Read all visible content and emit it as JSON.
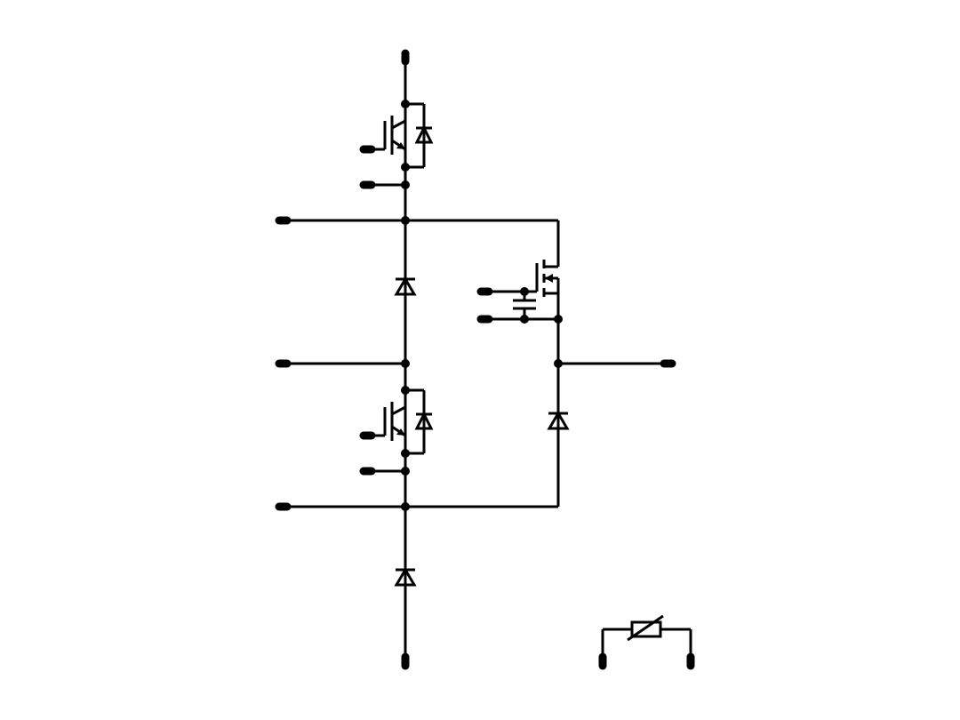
{
  "diagram": {
    "type": "circuit-schematic",
    "background": "#ffffff",
    "line_color": "#000000",
    "components": [
      {
        "kind": "igbt-with-antiparallel-diode",
        "id": "T1"
      },
      {
        "kind": "diode",
        "id": "D1"
      },
      {
        "kind": "igbt-with-antiparallel-diode",
        "id": "T2"
      },
      {
        "kind": "diode",
        "id": "D2"
      },
      {
        "kind": "mosfet",
        "id": "M1"
      },
      {
        "kind": "capacitor",
        "id": "C1"
      },
      {
        "kind": "diode",
        "id": "D3"
      },
      {
        "kind": "thermistor",
        "id": "NTC1"
      }
    ]
  }
}
